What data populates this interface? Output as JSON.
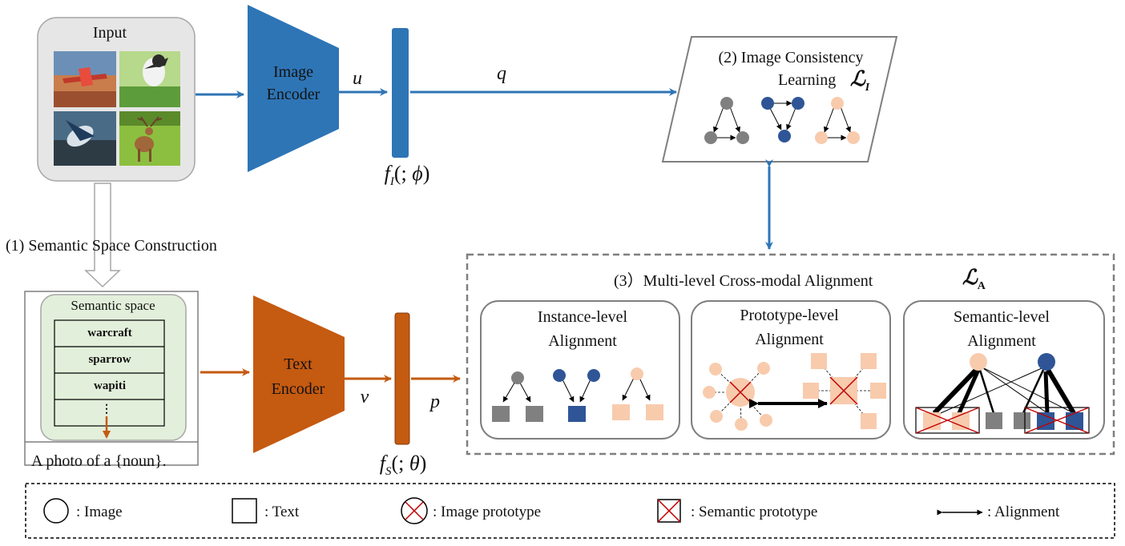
{
  "input": {
    "title": "Input"
  },
  "image_encoder": {
    "label_line1": "Image",
    "label_line2": "Encoder",
    "u": "u"
  },
  "text_encoder": {
    "label_line1": "Text",
    "label_line2": "Encoder",
    "v": "v"
  },
  "image_projection": {
    "q": "q",
    "label": "f_I(; ϕ)"
  },
  "text_projection": {
    "p": "p",
    "label": "f_S(; θ)"
  },
  "step1": {
    "label": "(1) Semantic Space Construction"
  },
  "semantic_space": {
    "title": "Semantic space",
    "items": [
      "warcraft",
      "sparrow",
      "wapiti",
      "⋮"
    ],
    "template": "A photo of a {noun}."
  },
  "step2": {
    "line1": "(2) Image Consistency",
    "line2": "Learning",
    "loss": "ℒ_I"
  },
  "step3": {
    "title": "(3）Multi-level Cross-modal Alignment",
    "loss": "ℒ_A",
    "panels": [
      {
        "line1": "Instance-level",
        "line2": "Alignment"
      },
      {
        "line1": "Prototype-level",
        "line2": "Alignment"
      },
      {
        "line1": "Semantic-level",
        "line2": "Alignment"
      }
    ]
  },
  "legend": {
    "image": ": Image",
    "text": ": Text",
    "image_prototype": ": Image prototype",
    "semantic_prototype": ": Semantic prototype",
    "alignment": ": Alignment"
  },
  "colors": {
    "blue": "#2e75b6",
    "orange": "#c55a11",
    "gray_node": "#808080",
    "navy_node": "#2f5597",
    "peach_node": "#f8cbad",
    "semantic_bg": "#e2efda",
    "input_bg": "#e6e6e6",
    "cross_red": "#c00000"
  }
}
